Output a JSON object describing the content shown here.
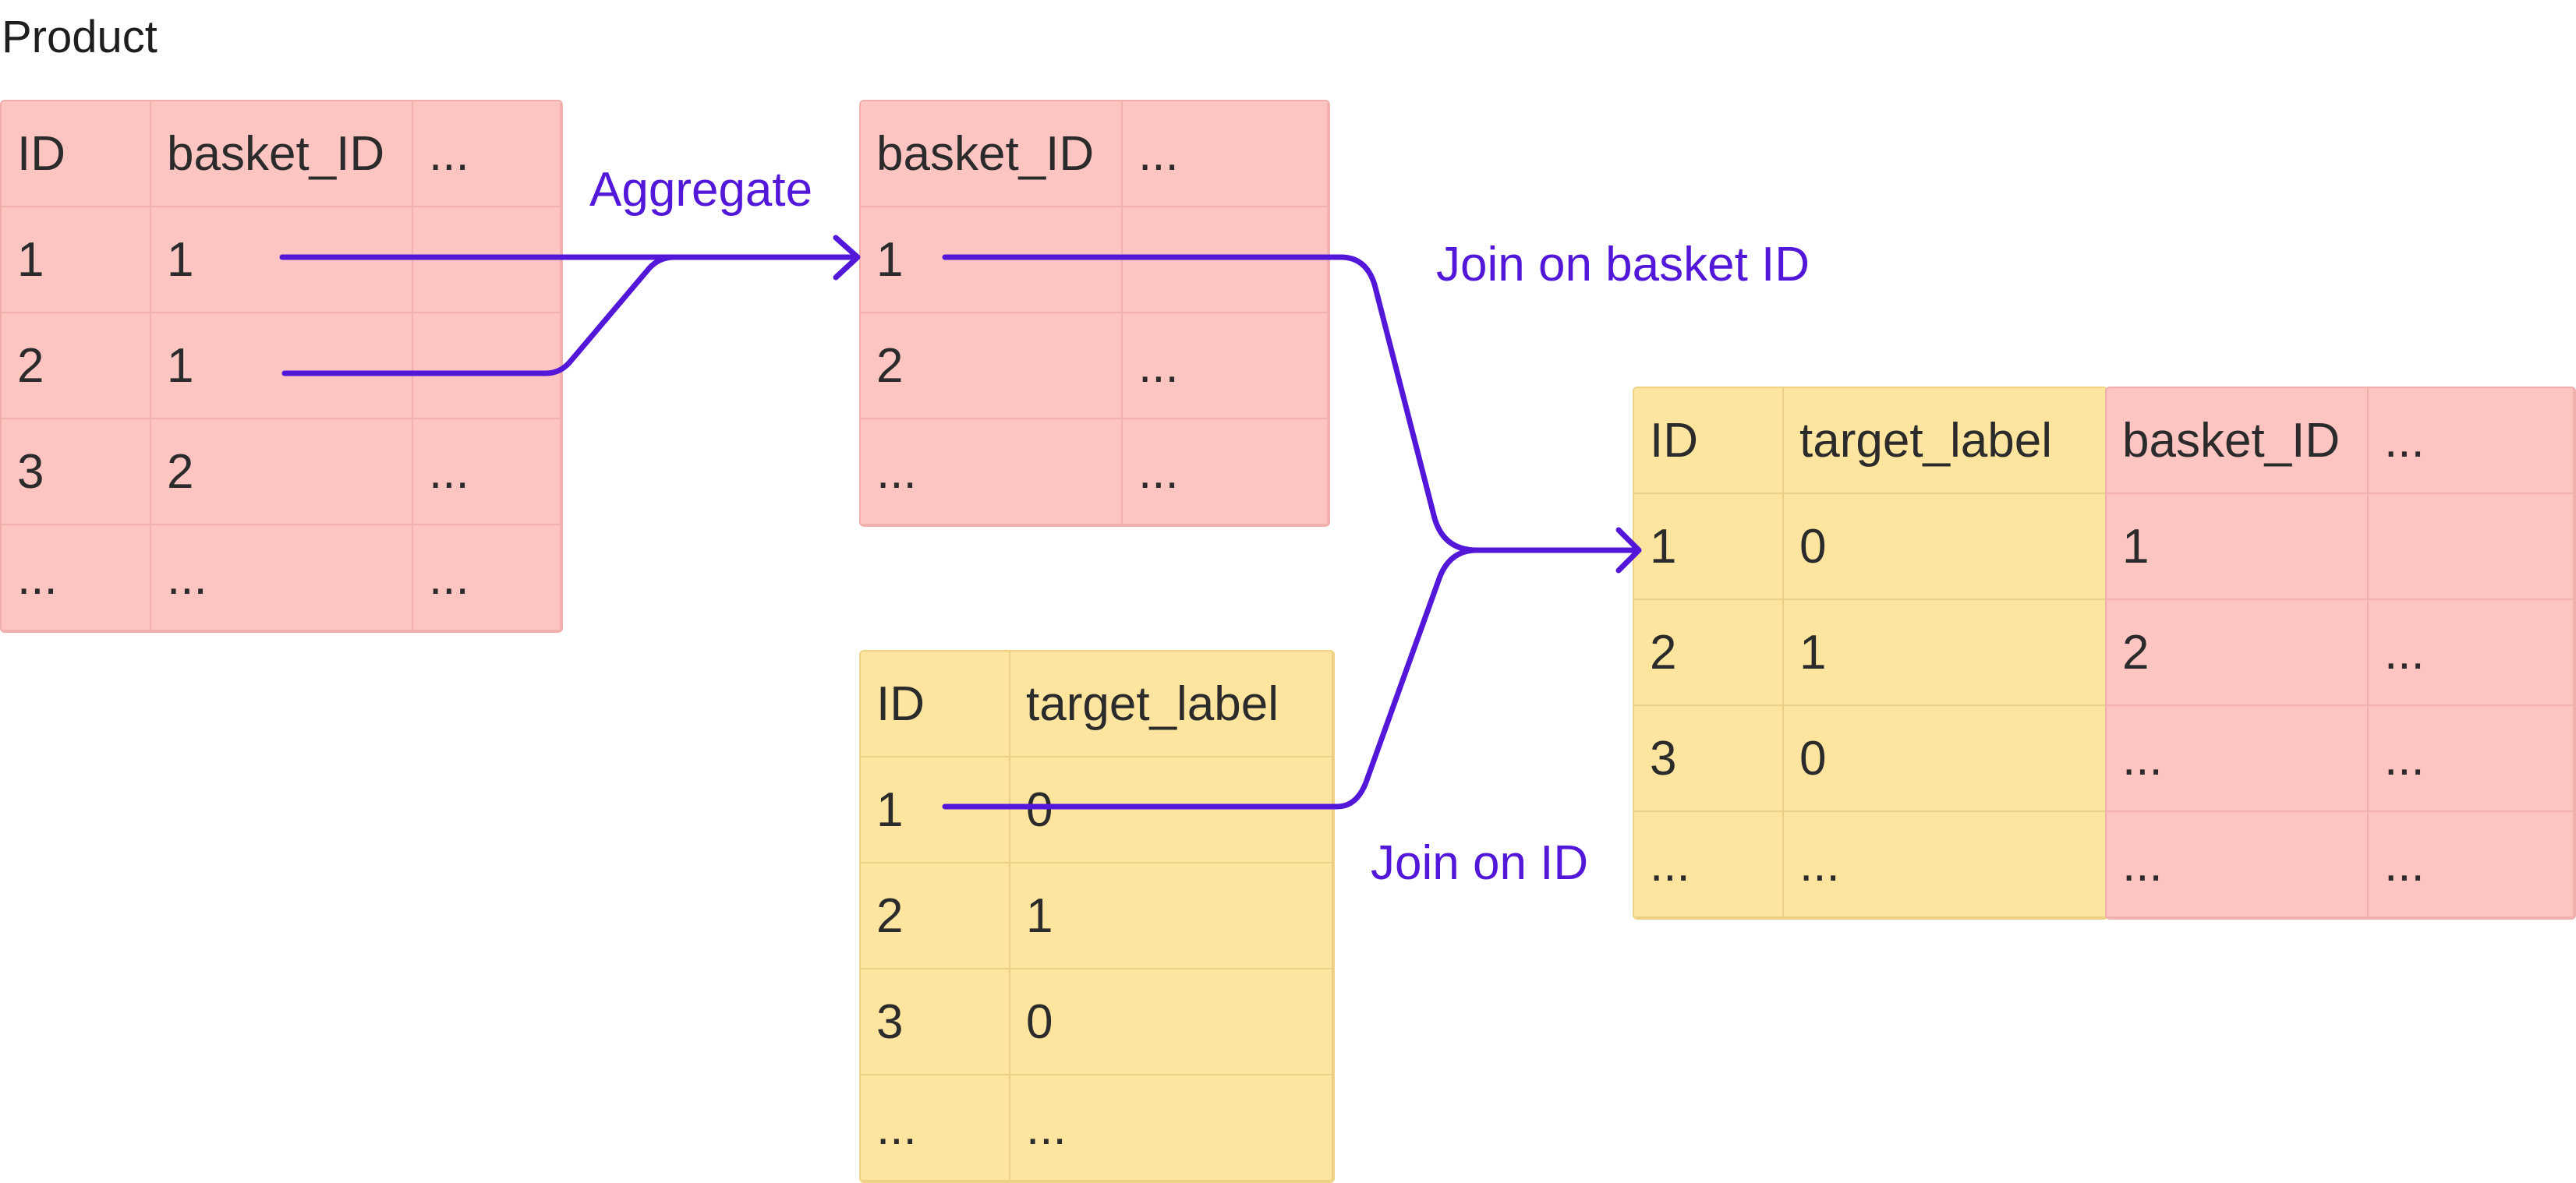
{
  "title": "Product",
  "tables": {
    "product": {
      "columns": [
        "ID",
        "basket_ID",
        "..."
      ],
      "rows": [
        [
          "1",
          "1",
          ""
        ],
        [
          "2",
          "1",
          ""
        ],
        [
          "3",
          "2",
          "..."
        ],
        [
          "...",
          "...",
          "..."
        ]
      ]
    },
    "basket": {
      "columns": [
        "basket_ID",
        "..."
      ],
      "rows": [
        [
          "1",
          ""
        ],
        [
          "2",
          "..."
        ],
        [
          "...",
          "..."
        ]
      ]
    },
    "labels": {
      "columns": [
        "ID",
        "target_label"
      ],
      "rows": [
        [
          "1",
          "0"
        ],
        [
          "2",
          "1"
        ],
        [
          "3",
          "0"
        ],
        [
          "...",
          "..."
        ]
      ]
    },
    "result_left": {
      "columns": [
        "ID",
        "target_label"
      ],
      "rows": [
        [
          "1",
          "0"
        ],
        [
          "2",
          "1"
        ],
        [
          "3",
          "0"
        ],
        [
          "...",
          "..."
        ]
      ]
    },
    "result_right": {
      "columns": [
        "basket_ID",
        "..."
      ],
      "rows": [
        [
          "1",
          ""
        ],
        [
          "2",
          "..."
        ],
        [
          "...",
          "..."
        ],
        [
          "...",
          "..."
        ]
      ]
    }
  },
  "annotations": {
    "aggregate": "Aggregate",
    "join_basket": "Join on basket ID",
    "join_id": "Join on ID"
  },
  "colors": {
    "arrow": "#5217d9",
    "red_table": "#fdc5c2",
    "yellow_table": "#fde59f"
  }
}
